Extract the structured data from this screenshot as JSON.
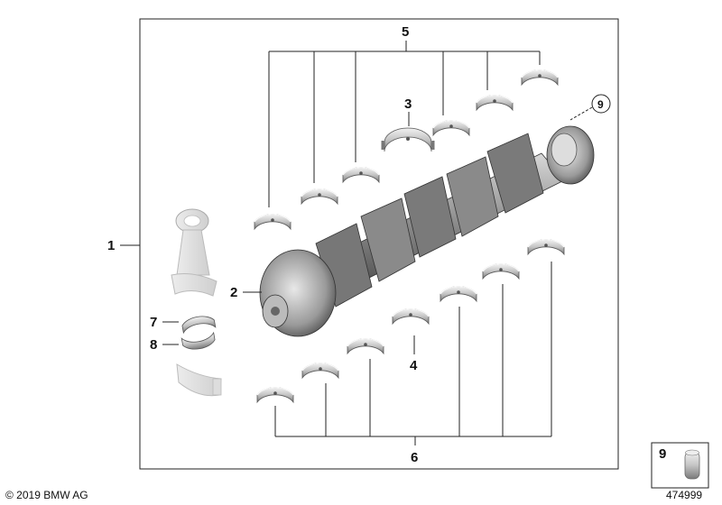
{
  "diagram": {
    "callouts": {
      "c1": "1",
      "c2": "2",
      "c3": "3",
      "c4": "4",
      "c5": "5",
      "c6": "6",
      "c7": "7",
      "c8": "8",
      "c9": "9"
    },
    "inset": {
      "label": "9",
      "part_number": "474999"
    },
    "copyright": "© 2019 BMW AG"
  },
  "colors": {
    "metal_light": "#e6e6e6",
    "metal_mid": "#b5b5b5",
    "metal_dark": "#6f6f6f",
    "crank_dark": "#4a4a4a",
    "line": "#222222"
  }
}
